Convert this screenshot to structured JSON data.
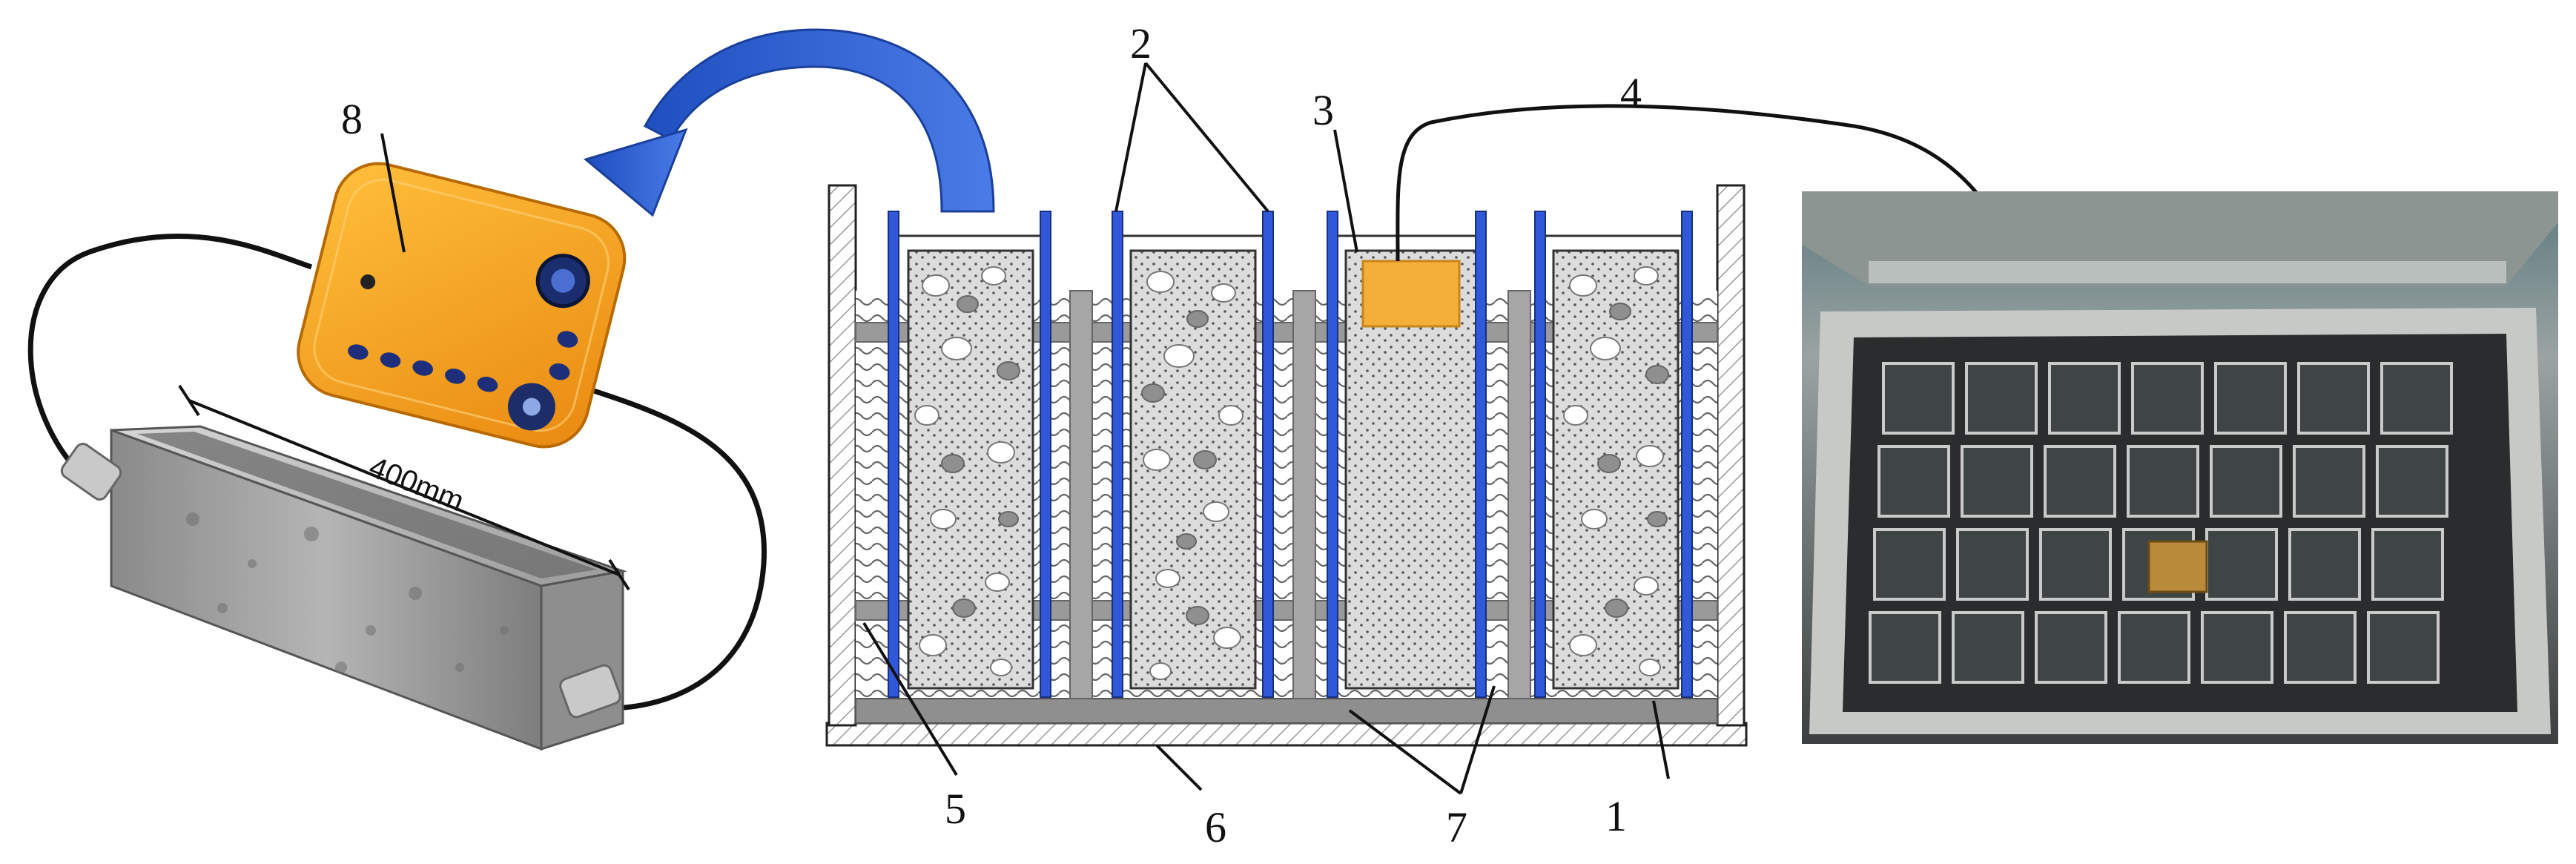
{
  "labels": {
    "n1": "1",
    "n2": "2",
    "n3": "3",
    "n4": "4",
    "n5": "5",
    "n6": "6",
    "n7": "7",
    "n8": "8"
  },
  "dimension": "400mm",
  "icons": {
    "arrow": "curved-arrow-icon",
    "device": "data-logger-icon",
    "mold": "steel-mold-icon",
    "photo": "freeze-thaw-chamber-photo"
  },
  "colors": {
    "device_orange": "#f6a11a",
    "arrow_blue": "#2f62d6",
    "rod_blue": "#2f59d9",
    "sensor_orange": "#f4ae3a",
    "specimen_gray": "#c9c9c9",
    "bar_gray": "#8f8f8f"
  }
}
